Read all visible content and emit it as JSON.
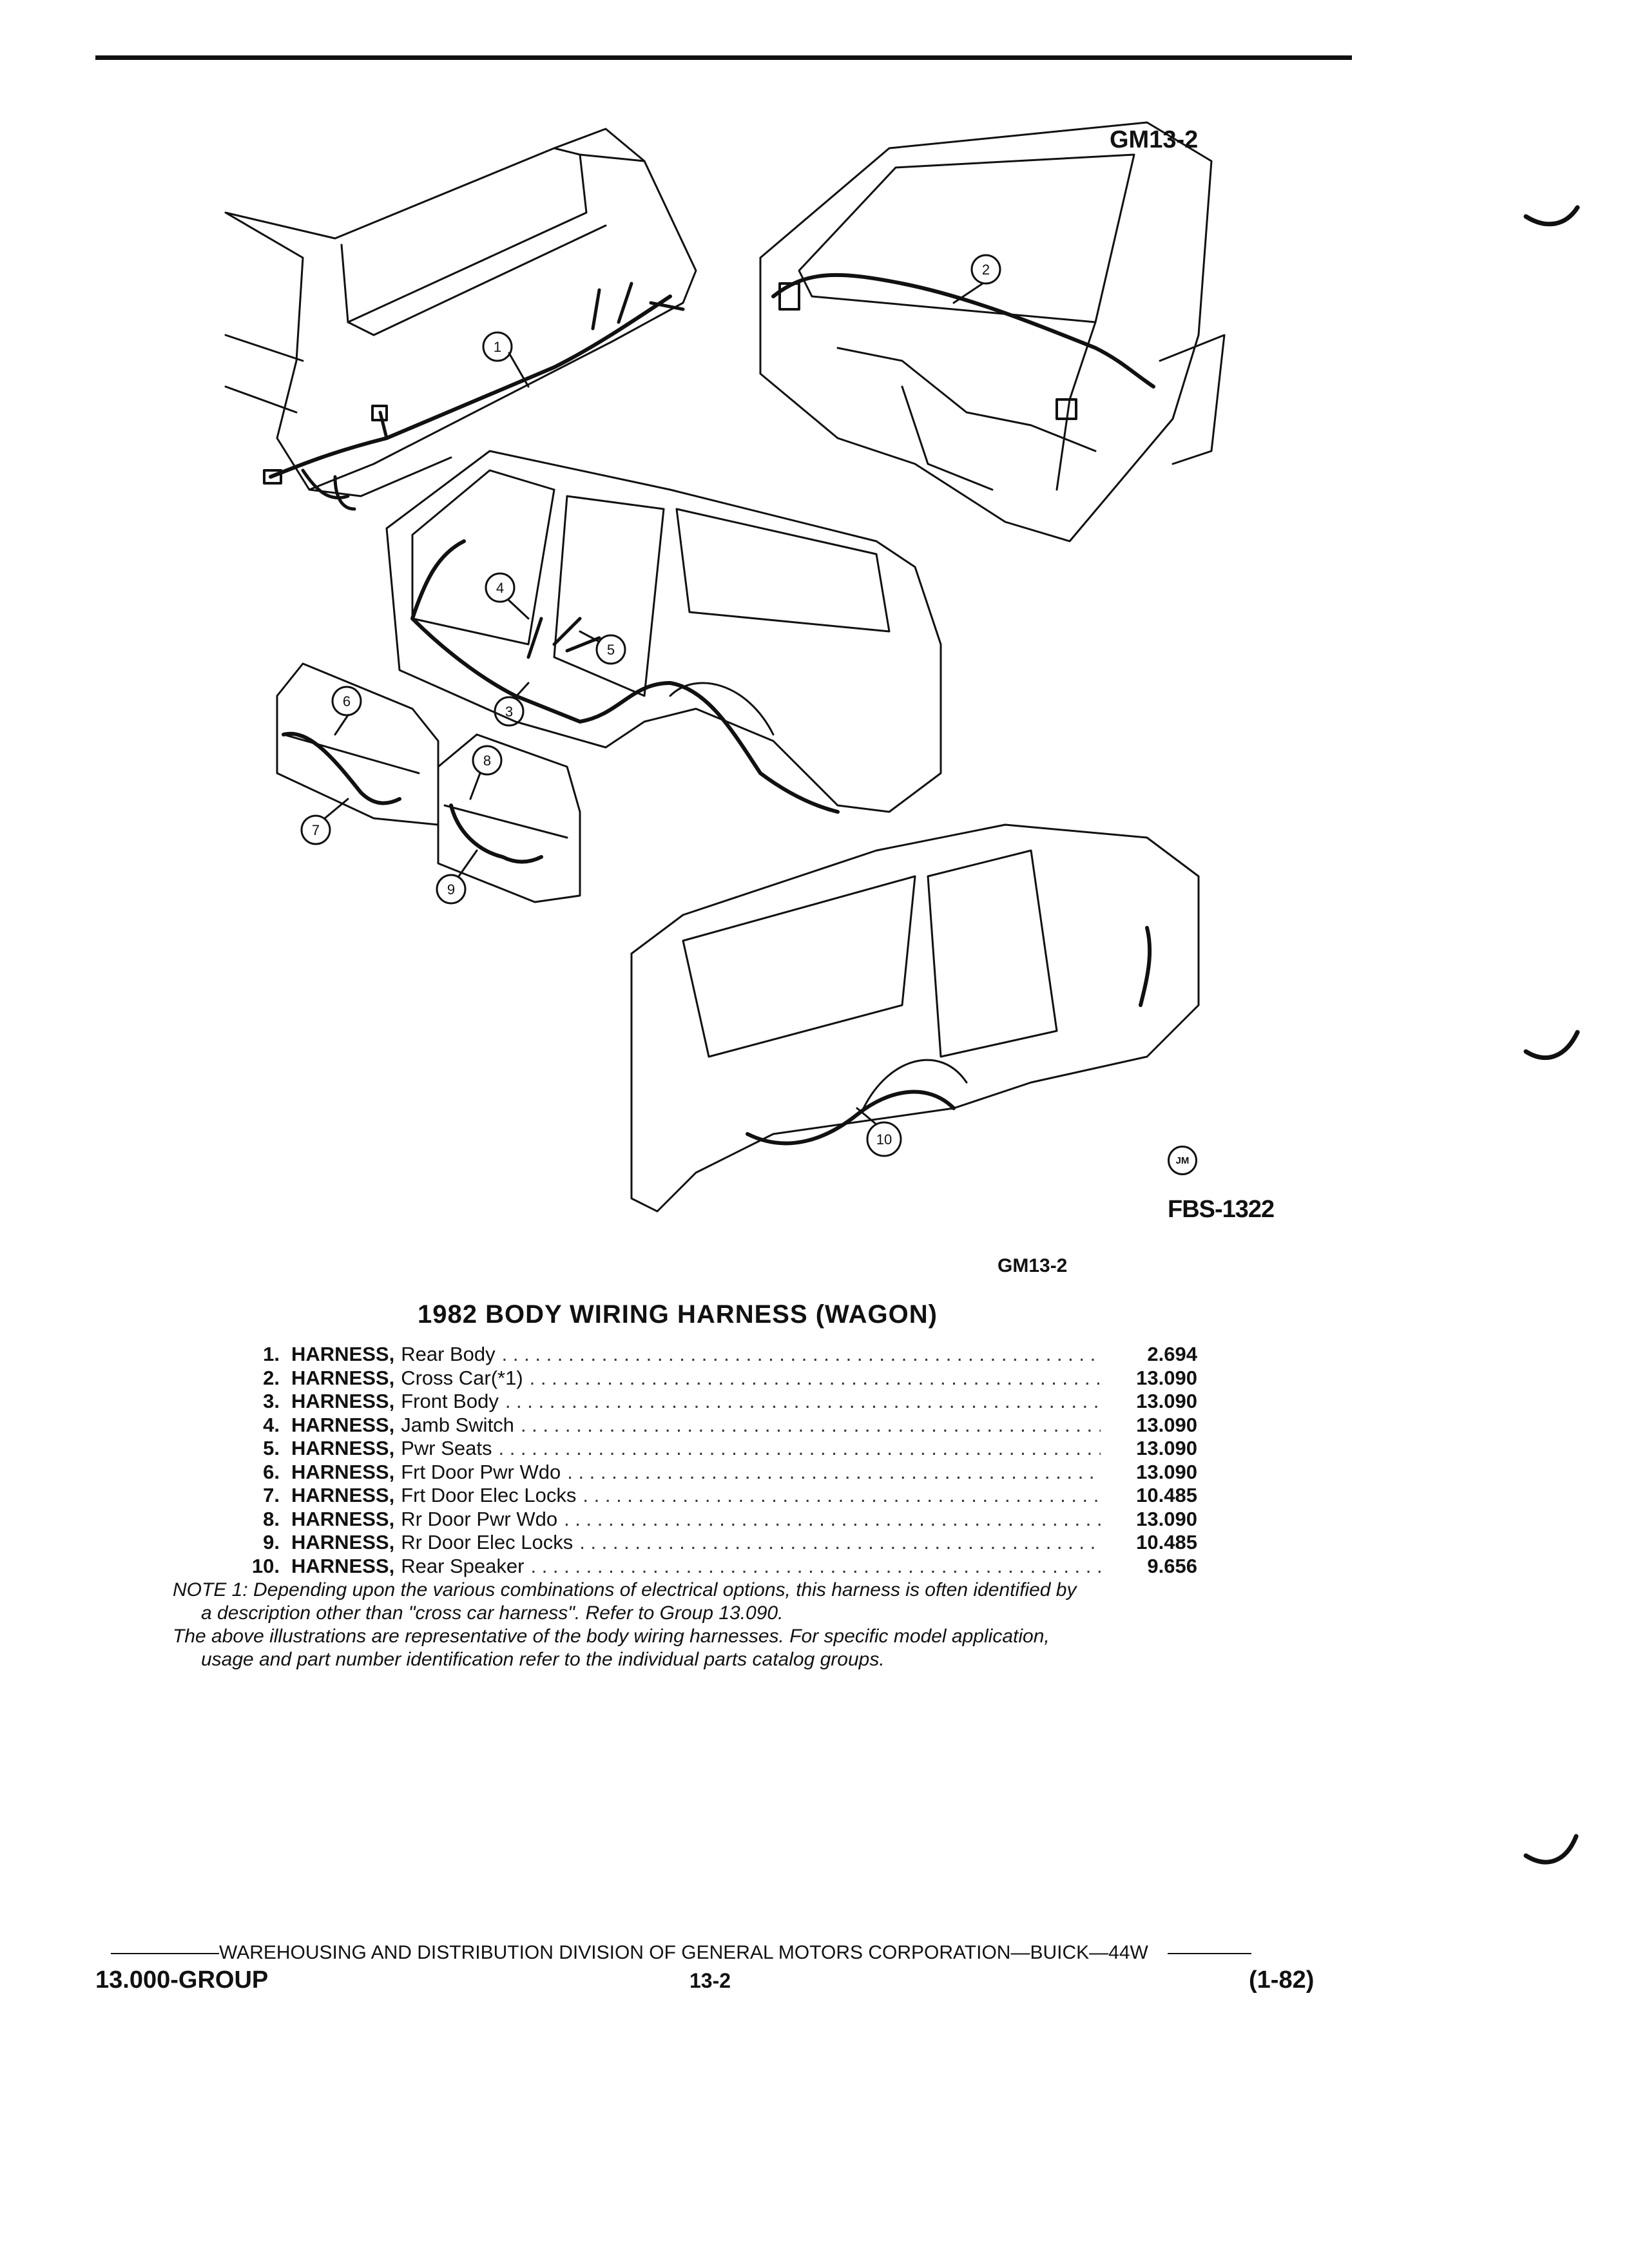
{
  "figure": {
    "id_top": "GM13-2",
    "code": "FBS-1322",
    "id_bottom": "GM13-2",
    "stamp": "JM",
    "callouts": [
      "1",
      "2",
      "3",
      "4",
      "5",
      "6",
      "7",
      "8",
      "9",
      "10"
    ]
  },
  "title": "1982 BODY WIRING HARNESS (WAGON)",
  "parts": [
    {
      "num": "1.",
      "name": "HARNESS,",
      "desc": "Rear Body",
      "group": "2.694"
    },
    {
      "num": "2.",
      "name": "HARNESS,",
      "desc": "Cross Car(*1)",
      "group": "13.090"
    },
    {
      "num": "3.",
      "name": "HARNESS,",
      "desc": "Front Body",
      "group": "13.090"
    },
    {
      "num": "4.",
      "name": "HARNESS,",
      "desc": "Jamb Switch",
      "group": "13.090"
    },
    {
      "num": "5.",
      "name": "HARNESS,",
      "desc": "Pwr Seats",
      "group": "13.090"
    },
    {
      "num": "6.",
      "name": "HARNESS,",
      "desc": "Frt Door Pwr Wdo",
      "group": "13.090"
    },
    {
      "num": "7.",
      "name": "HARNESS,",
      "desc": "Frt Door Elec Locks",
      "group": "10.485"
    },
    {
      "num": "8.",
      "name": "HARNESS,",
      "desc": "Rr Door Pwr Wdo",
      "group": "13.090"
    },
    {
      "num": "9.",
      "name": "HARNESS,",
      "desc": "Rr Door Elec Locks",
      "group": "10.485"
    },
    {
      "num": "10.",
      "name": "HARNESS,",
      "desc": "Rear Speaker",
      "group": "9.656"
    }
  ],
  "notes": {
    "note1_line1": "NOTE 1: Depending upon the various combinations of electrical options, this harness is often identified by",
    "note1_line2": "a description other than \"cross car harness\". Refer to Group 13.090.",
    "note2_line1": "The above illustrations are representative of the body wiring harnesses. For specific model application,",
    "note2_line2": "usage and part number identification refer to the individual parts catalog groups."
  },
  "footer": {
    "division": "WAREHOUSING AND DISTRIBUTION DIVISION OF GENERAL MOTORS CORPORATION—BUICK—44W",
    "group": "13.000-GROUP",
    "page": "13-2",
    "date": "(1-82)"
  }
}
